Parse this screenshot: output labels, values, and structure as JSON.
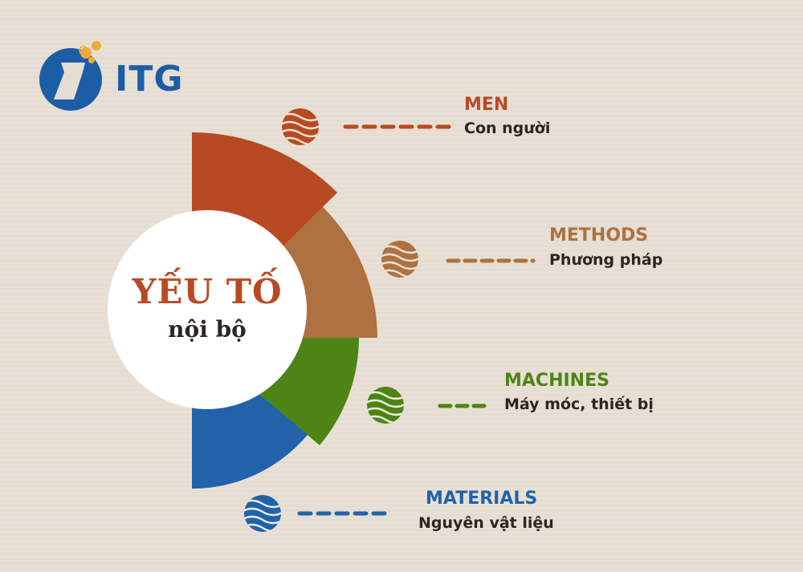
{
  "logo": {
    "text": "ITG",
    "colors": {
      "primary": "#1c5ea6",
      "accent": "#f2a93b"
    }
  },
  "center": {
    "title": "YẾU TỐ",
    "subtitle": "nội bộ",
    "title_color": "#b84a23"
  },
  "factors": [
    {
      "key": "men",
      "title": "MEN",
      "subtitle": "Con người",
      "color": "#b84a23",
      "icon": "wave-ball-icon",
      "dashes": 6
    },
    {
      "key": "methods",
      "title": "METHODS",
      "subtitle": "Phương pháp",
      "color": "#ad7240",
      "icon": "wave-ball-icon",
      "dashes": 6
    },
    {
      "key": "machines",
      "title": "MACHINES",
      "subtitle": "Máy móc, thiết bị",
      "color": "#4e8416",
      "icon": "wave-ball-icon",
      "dashes": 3
    },
    {
      "key": "materials",
      "title": "MATERIALS",
      "subtitle": "Nguyên vật liệu",
      "color": "#2162aa",
      "icon": "wave-ball-icon",
      "dashes": 5
    }
  ],
  "background": "#e5ddd1"
}
